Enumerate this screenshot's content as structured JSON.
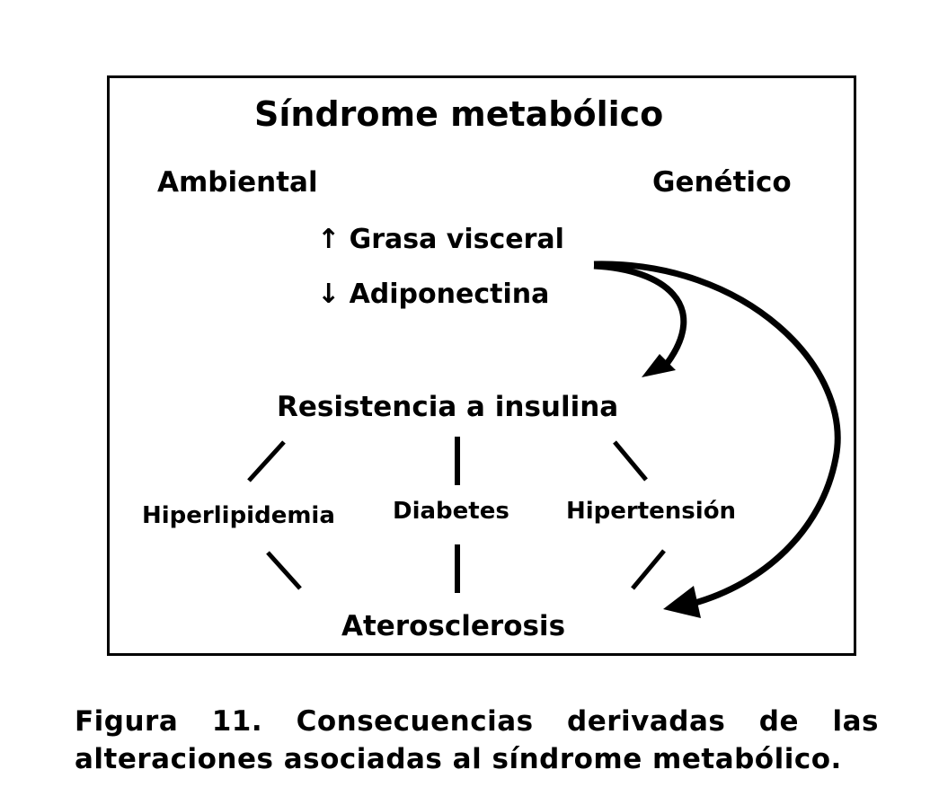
{
  "title": "Síndrome metabólico",
  "factors": {
    "ambiental": "Ambiental",
    "genetico": "Genético"
  },
  "changes": {
    "grasa": "↑ Grasa visceral",
    "adiponectina": "↓ Adiponectina"
  },
  "center": "Resistencia a insulina",
  "conditions": {
    "hiperlipidemia": "Hiperlipidemia",
    "diabetes": "Diabetes",
    "hipertension": "Hipertensión"
  },
  "outcome": "Aterosclerosis",
  "caption": {
    "line1_words": [
      "Figura",
      "11.",
      "Consecuencias",
      "derivadas",
      "de",
      "las"
    ],
    "line2": "alteraciones asociadas al síndrome metabólico."
  }
}
